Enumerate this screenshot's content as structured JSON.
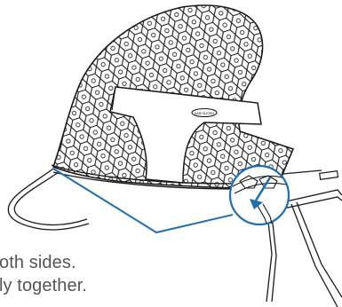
{
  "instructions": {
    "line1": "oth sides.",
    "line2": "ly together."
  },
  "illustration": {
    "logo_text": "BABYBJÖRN",
    "colors": {
      "outline": "#1a1a1a",
      "callout": "#1f6fb2",
      "background": "#ffffff"
    },
    "icons": [
      "bouncer-fabric-seat",
      "wire-frame",
      "zoom-callout-circle",
      "press-arrow-icon"
    ]
  }
}
